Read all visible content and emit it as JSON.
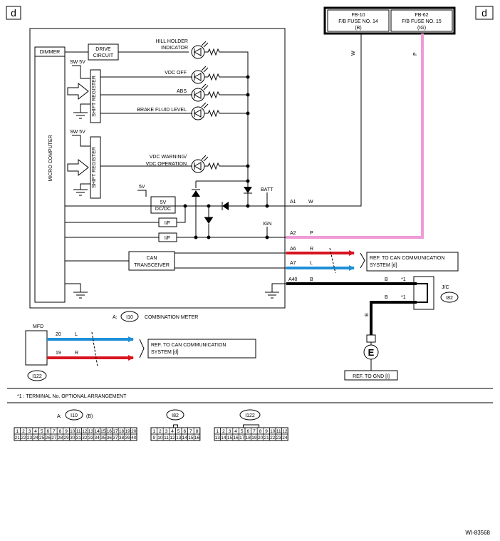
{
  "corner_tags": {
    "left": "d",
    "right": "d"
  },
  "fuses": [
    {
      "id": "FB-10",
      "line2": "F/B FUSE NO. 14",
      "line3": "(B)"
    },
    {
      "id": "FB-62",
      "line2": "F/B FUSE NO. 15",
      "line3": "(IG)"
    }
  ],
  "wire_colors": {
    "w": "W",
    "p": "P",
    "b": "B",
    "r": "R",
    "l": "L"
  },
  "meter": {
    "dimmer": "DIMMER",
    "drive_circuit": [
      "DRIVE",
      "CIRCUIT"
    ],
    "sw5v_1": "SW 5V",
    "sw5v_2": "SW 5V",
    "shift_register": "SHIFT REGISTER",
    "micro_computer": "MICRO COMPUTER",
    "indicators": [
      "HILL HOLDER",
      "INDICATOR",
      "VDC OFF",
      "ABS",
      "BRAKE FLUID LEVEL",
      "VDC WARNING/",
      "VDC OPERATION"
    ],
    "v5": "5V",
    "dcdc": [
      "5V",
      "DC/DC"
    ],
    "if_1": "I/F",
    "if_2": "I/F",
    "batt": "BATT",
    "ign": "IGN",
    "can_transceiver": [
      "CAN",
      "TRANSCEIVER"
    ],
    "caption_prefix": "A:",
    "caption_conn": "I10",
    "caption": "COMBINATION METER"
  },
  "terminals": {
    "a1": "A1",
    "a2": "A2",
    "a6": "A6",
    "a7": "A7",
    "a40": "A40"
  },
  "can_ref": [
    "REF. TO CAN COMMUNICATION",
    "SYSTEM [d]"
  ],
  "jc": {
    "label": "J/C",
    "conn": "I82",
    "star": "*1"
  },
  "gnd_ref": "REF. TO GND [I]",
  "ground_symbol": "E",
  "mfd": {
    "label": "MFD",
    "pin_l": "20",
    "pin_r": "19",
    "conn": "I122"
  },
  "note": "*1 : TERMINAL No. OPTIONAL ARRANGEMENT",
  "connectors": {
    "i10": {
      "prefix": "A:",
      "name": "I10",
      "suffix": "(B)",
      "row1": [
        "1",
        "2",
        "3",
        "4",
        "5",
        "6",
        "7",
        "8",
        "9",
        "10",
        "11",
        "12",
        "13",
        "14",
        "15",
        "16",
        "17",
        "18",
        "19",
        "20"
      ],
      "row2": [
        "21",
        "22",
        "23",
        "24",
        "25",
        "26",
        "27",
        "28",
        "29",
        "30",
        "31",
        "32",
        "33",
        "34",
        "35",
        "36",
        "37",
        "38",
        "39",
        "40"
      ]
    },
    "i82": {
      "name": "I82",
      "row1": [
        "1",
        "2",
        "3",
        "4",
        "5",
        "6",
        "7",
        "8"
      ],
      "row2": [
        "9",
        "10",
        "11",
        "12",
        "13",
        "14",
        "15",
        "16"
      ]
    },
    "i122": {
      "name": "I122",
      "row1": [
        "1",
        "2",
        "3",
        "4",
        "5",
        "6",
        "7",
        "8",
        "9",
        "10",
        "11",
        "12"
      ],
      "row2": [
        "13",
        "14",
        "15",
        "16",
        "17",
        "18",
        "19",
        "20",
        "21",
        "22",
        "23",
        "24"
      ]
    }
  },
  "figure_id": "WI-83568",
  "colors": {
    "pink": "#f19ad8",
    "red": "#d8141e",
    "blue": "#1f8fd8",
    "black": "#000000"
  }
}
